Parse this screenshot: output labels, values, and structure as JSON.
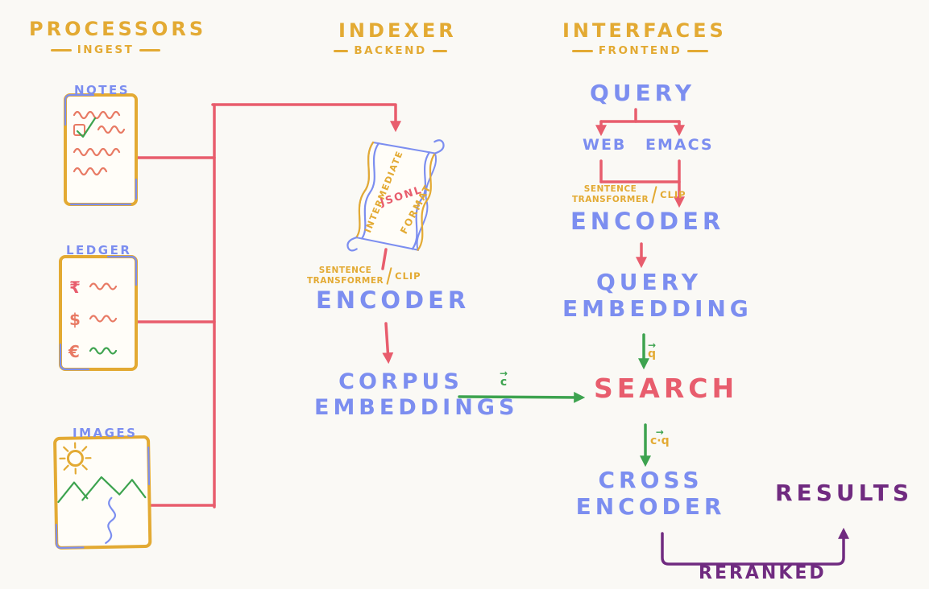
{
  "colors": {
    "yellow": "#e3aa33",
    "blue": "#7c8ef0",
    "red": "#e85d6d",
    "green": "#3da34f",
    "purple": "#702b80",
    "squiggle": "#e87a64",
    "bg": "#faf9f5"
  },
  "headers": {
    "processors": {
      "title": "PROCESSORS",
      "subtitle": "INGEST"
    },
    "indexer": {
      "title": "INDEXER",
      "subtitle": "BACKEND"
    },
    "interfaces": {
      "title": "INTERFACES",
      "subtitle": "FRONTEND"
    }
  },
  "processors": {
    "notes_label": "NOTES",
    "ledger_label": "LEDGER",
    "images_label": "IMAGES",
    "ledger_rows": {
      "rupee": "₹",
      "dollar": "$",
      "euro": "€"
    }
  },
  "indexer": {
    "scroll": {
      "left_text": "INTERMEDIATE",
      "center_text": "JSONL",
      "right_text": "FORMAT"
    },
    "caption": {
      "line1": "SENTENCE",
      "line2": "TRANSFORMER",
      "clip": "CLIP"
    },
    "encoder_label": "ENCODER",
    "corpus_line1": "CORPUS",
    "corpus_line2": "EMBEDDINGS"
  },
  "interfaces": {
    "query_label": "QUERY",
    "web_label": "WEB",
    "emacs_label": "EMACS",
    "caption": {
      "line1": "SENTENCE",
      "line2": "TRANSFORMER",
      "clip": "CLIP"
    },
    "encoder_label": "ENCODER",
    "embedding_line1": "QUERY",
    "embedding_line2": "EMBEDDING",
    "search_label": "SEARCH",
    "cross_line1": "CROSS",
    "cross_line2": "ENCODER",
    "results_label": "RESULTS",
    "reranked_label": "RERANKED"
  },
  "edges": {
    "arrow_glyph": "→",
    "corpus_vector": "c",
    "query_vector": "q",
    "dot_product": "c·q"
  }
}
